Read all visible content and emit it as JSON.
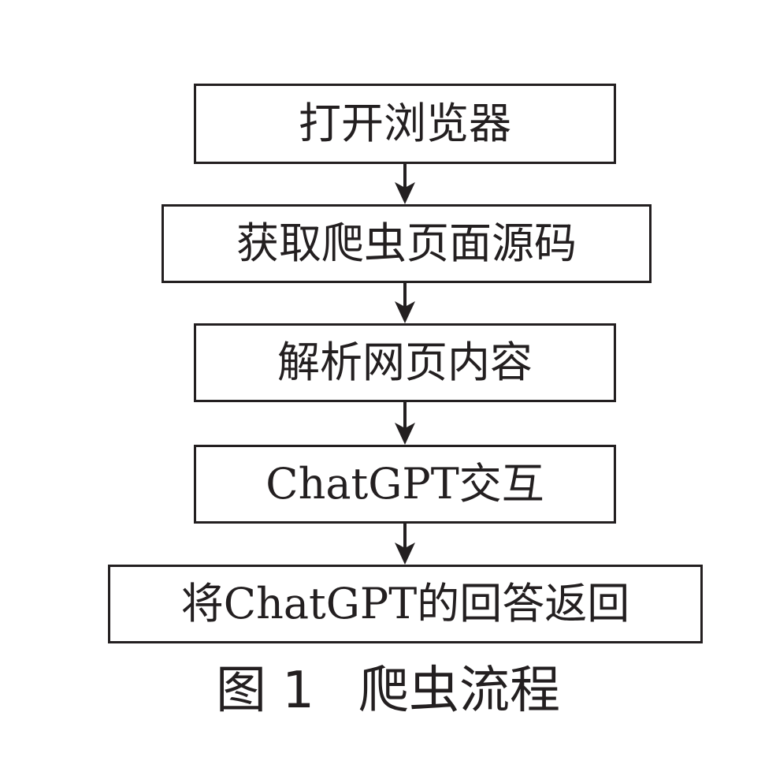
{
  "flowchart": {
    "steps": [
      {
        "id": "step-1",
        "label": "打开浏览器"
      },
      {
        "id": "step-2",
        "label": "获取爬虫页面源码"
      },
      {
        "id": "step-3",
        "label": "解析网页内容"
      },
      {
        "id": "step-4",
        "label": "ChatGPT交互"
      },
      {
        "id": "step-5",
        "label": "将ChatGPT的回答返回"
      }
    ],
    "edges": [
      {
        "from": "step-1",
        "to": "step-2"
      },
      {
        "from": "step-2",
        "to": "step-3"
      },
      {
        "from": "step-3",
        "to": "step-4"
      },
      {
        "from": "step-4",
        "to": "step-5"
      }
    ],
    "colors": {
      "line": "#231f20",
      "background": "#ffffff"
    }
  },
  "caption": {
    "figure_label": "图 1",
    "title": "爬虫流程"
  }
}
